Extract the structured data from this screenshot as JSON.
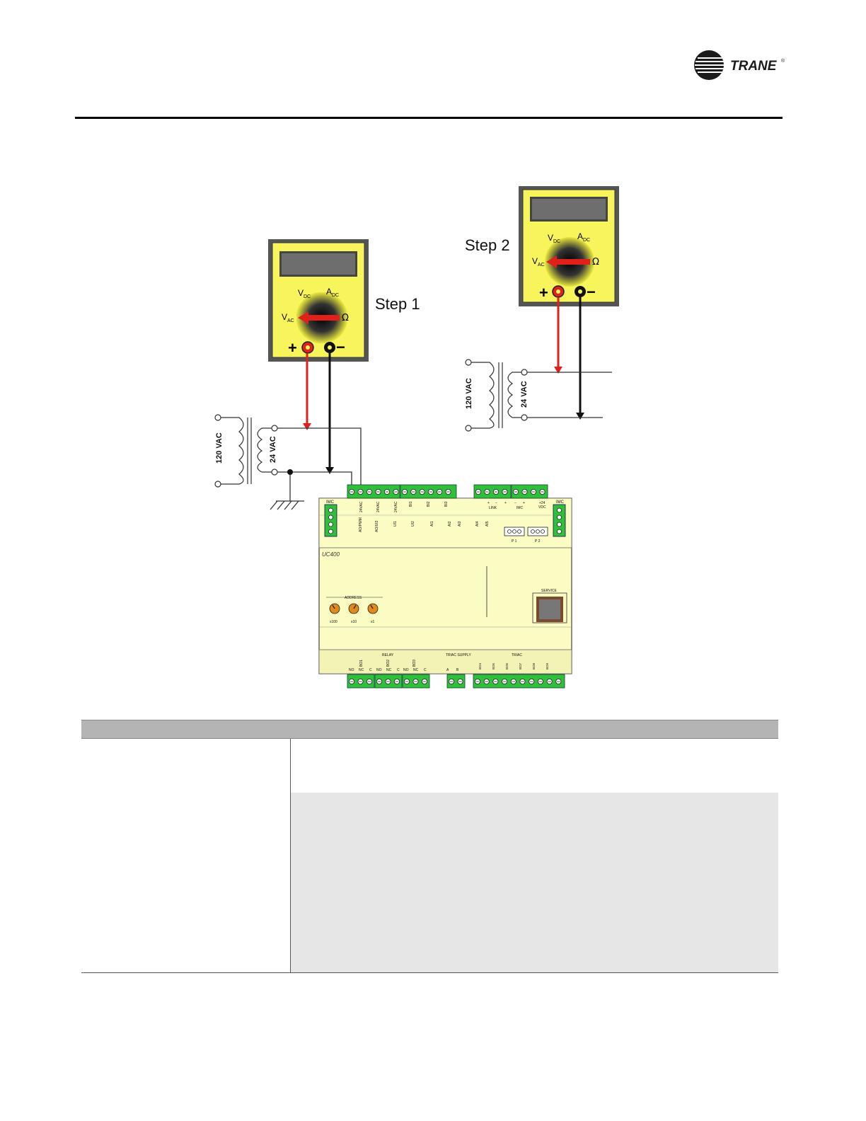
{
  "brand": {
    "name": "TRANE",
    "registered": "®"
  },
  "meter1": {
    "step_label": "Step 1",
    "dial": {
      "vdc": "V",
      "vdc_sub": "DC",
      "adc": "A",
      "adc_sub": "DC",
      "vac": "V",
      "vac_sub": "AC",
      "ohm": "Ω"
    },
    "plus": "+",
    "minus": "−"
  },
  "meter2": {
    "step_label": "Step 2",
    "dial": {
      "vdc": "V",
      "vdc_sub": "DC",
      "adc": "A",
      "adc_sub": "DC",
      "vac": "V",
      "vac_sub": "AC",
      "ohm": "Ω"
    },
    "plus": "+",
    "minus": "−"
  },
  "transformer1": {
    "primary": "120 VAC",
    "secondary": "24 VAC"
  },
  "transformer2": {
    "primary": "120 VAC",
    "secondary": "24 VAC"
  },
  "controller": {
    "model": "UC400",
    "imc_left": "IMC",
    "imc_right": "IMC",
    "top_labels": [
      "24VAC",
      "24VAC",
      "24VAC",
      "BI1",
      "BI2",
      "BI3"
    ],
    "top_right_labels": [
      "+",
      "−",
      "+",
      "LINK",
      "−",
      "+",
      "IMC",
      "+24",
      "VDC"
    ],
    "row2_labels": [
      "AO/PWM",
      "AO/UI3",
      "UI1",
      "UI2",
      "AI1",
      "AI2",
      "AI3",
      "AI4",
      "AI5"
    ],
    "p_labels": [
      "P 1",
      "P 2"
    ],
    "address_label": "ADDRESS",
    "address_dials": [
      "x100",
      "x10",
      "x1"
    ],
    "service_label": "SERVICE",
    "relay_label": "RELAY",
    "relay_terms": [
      "NO",
      "NC",
      "C",
      "NO",
      "NC",
      "C",
      "NO",
      "NC",
      "C"
    ],
    "relay_groups": [
      "BO1",
      "BO2",
      "BO3"
    ],
    "triac_supply_label": "TRIAC SUPPLY",
    "triac_supply_terms": [
      "A",
      "B"
    ],
    "triac_label": "TRIAC",
    "triac_terms": [
      "BO4",
      "BO5",
      "BO6",
      "BO7",
      "BO8",
      "BO9"
    ]
  }
}
